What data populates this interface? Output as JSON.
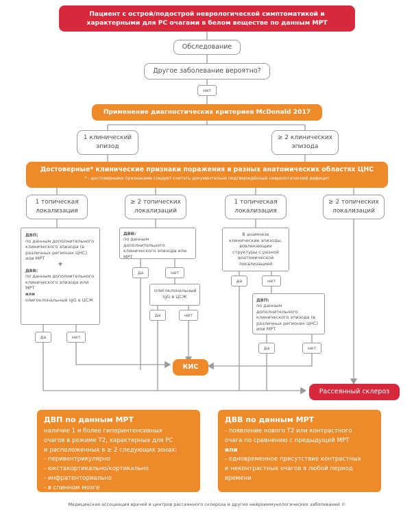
{
  "title": "Пациент с острой/подострой неврологической симптоматикой и характерными для РС очагами в белом веществе по данным МРТ",
  "exam": "Обследование",
  "other_question": "Другое заболевание вероятно?",
  "no_label": "нет",
  "yes_label": "да",
  "mcdonald": "Применение диагностических критериев McDonald 2017",
  "one_episode": "1 клинический эпизод",
  "two_episodes": "≥ 2 клинических эпизода",
  "reliable": "Достоверные* клинические признаки поражения в разных анатомических областях ЦНС",
  "reliable_note": "* - достоверными признаками следует считать документально подтверждённый неврологический дефицит",
  "topic1": "1 топическая локализация",
  "topic2": "≥ 2 топических локализаций",
  "col1": {
    "dvp_title": "ДВП:",
    "dvp_text": "по данным дополнительного клинического эпизода (в различных регионах ЦНС) или МРТ",
    "plus": "+",
    "dvv_title": "ДВВ:",
    "dvv_text": "по данным дополнительного клинического эпизода или МРТ",
    "or": "или",
    "ig_text": "олигоклональный IgG в ЦСЖ"
  },
  "col2": {
    "dvv_title": "ДВВ:",
    "dvv_text": "по данным дополнительного клинического эпизода или МРТ",
    "ig_text": "олигоклональный IgG в ЦСЖ"
  },
  "col3": {
    "anamnesis_text": "В анамнезе клинические эпизоды, вовлекающие структуры с разной анатомической локализацией",
    "dvp_title": "ДВП:",
    "dvp_text": "по данным дополнительного клинического эпизода (в различных регионах ЦНС) или МРТ"
  },
  "kis": "КИС",
  "ms": "Рассеянный склероз",
  "info_left": {
    "title": "ДВП по данным МРТ",
    "lines": [
      "наличие 1 и более гиперинтенсивных",
      "очагов в режиме Т2, характерных для РС",
      "и расположенных в ≥ 2 следующих зонах:",
      "- перивентрикулярно",
      "- юкстакортикально/кортикально",
      "- инфратенториально",
      "- в спинном мозге"
    ]
  },
  "info_right": {
    "title": "ДВВ по данным МРТ",
    "lines": [
      "- появление нового Т2 или контрастного",
      "очага по сравнению с предыдущей МРТ",
      "или",
      "- одновременное присутствие контрастных",
      "и неконтрастных очагов в любой период",
      "времени"
    ]
  },
  "footer": "Медицинская ассоциация врачей и центров рассеянного склероза и других нейроиммунологических заболеваний ©",
  "colors": {
    "red": "#d8293c",
    "orange": "#ee8a2a",
    "grey": "#9a9a9a"
  }
}
